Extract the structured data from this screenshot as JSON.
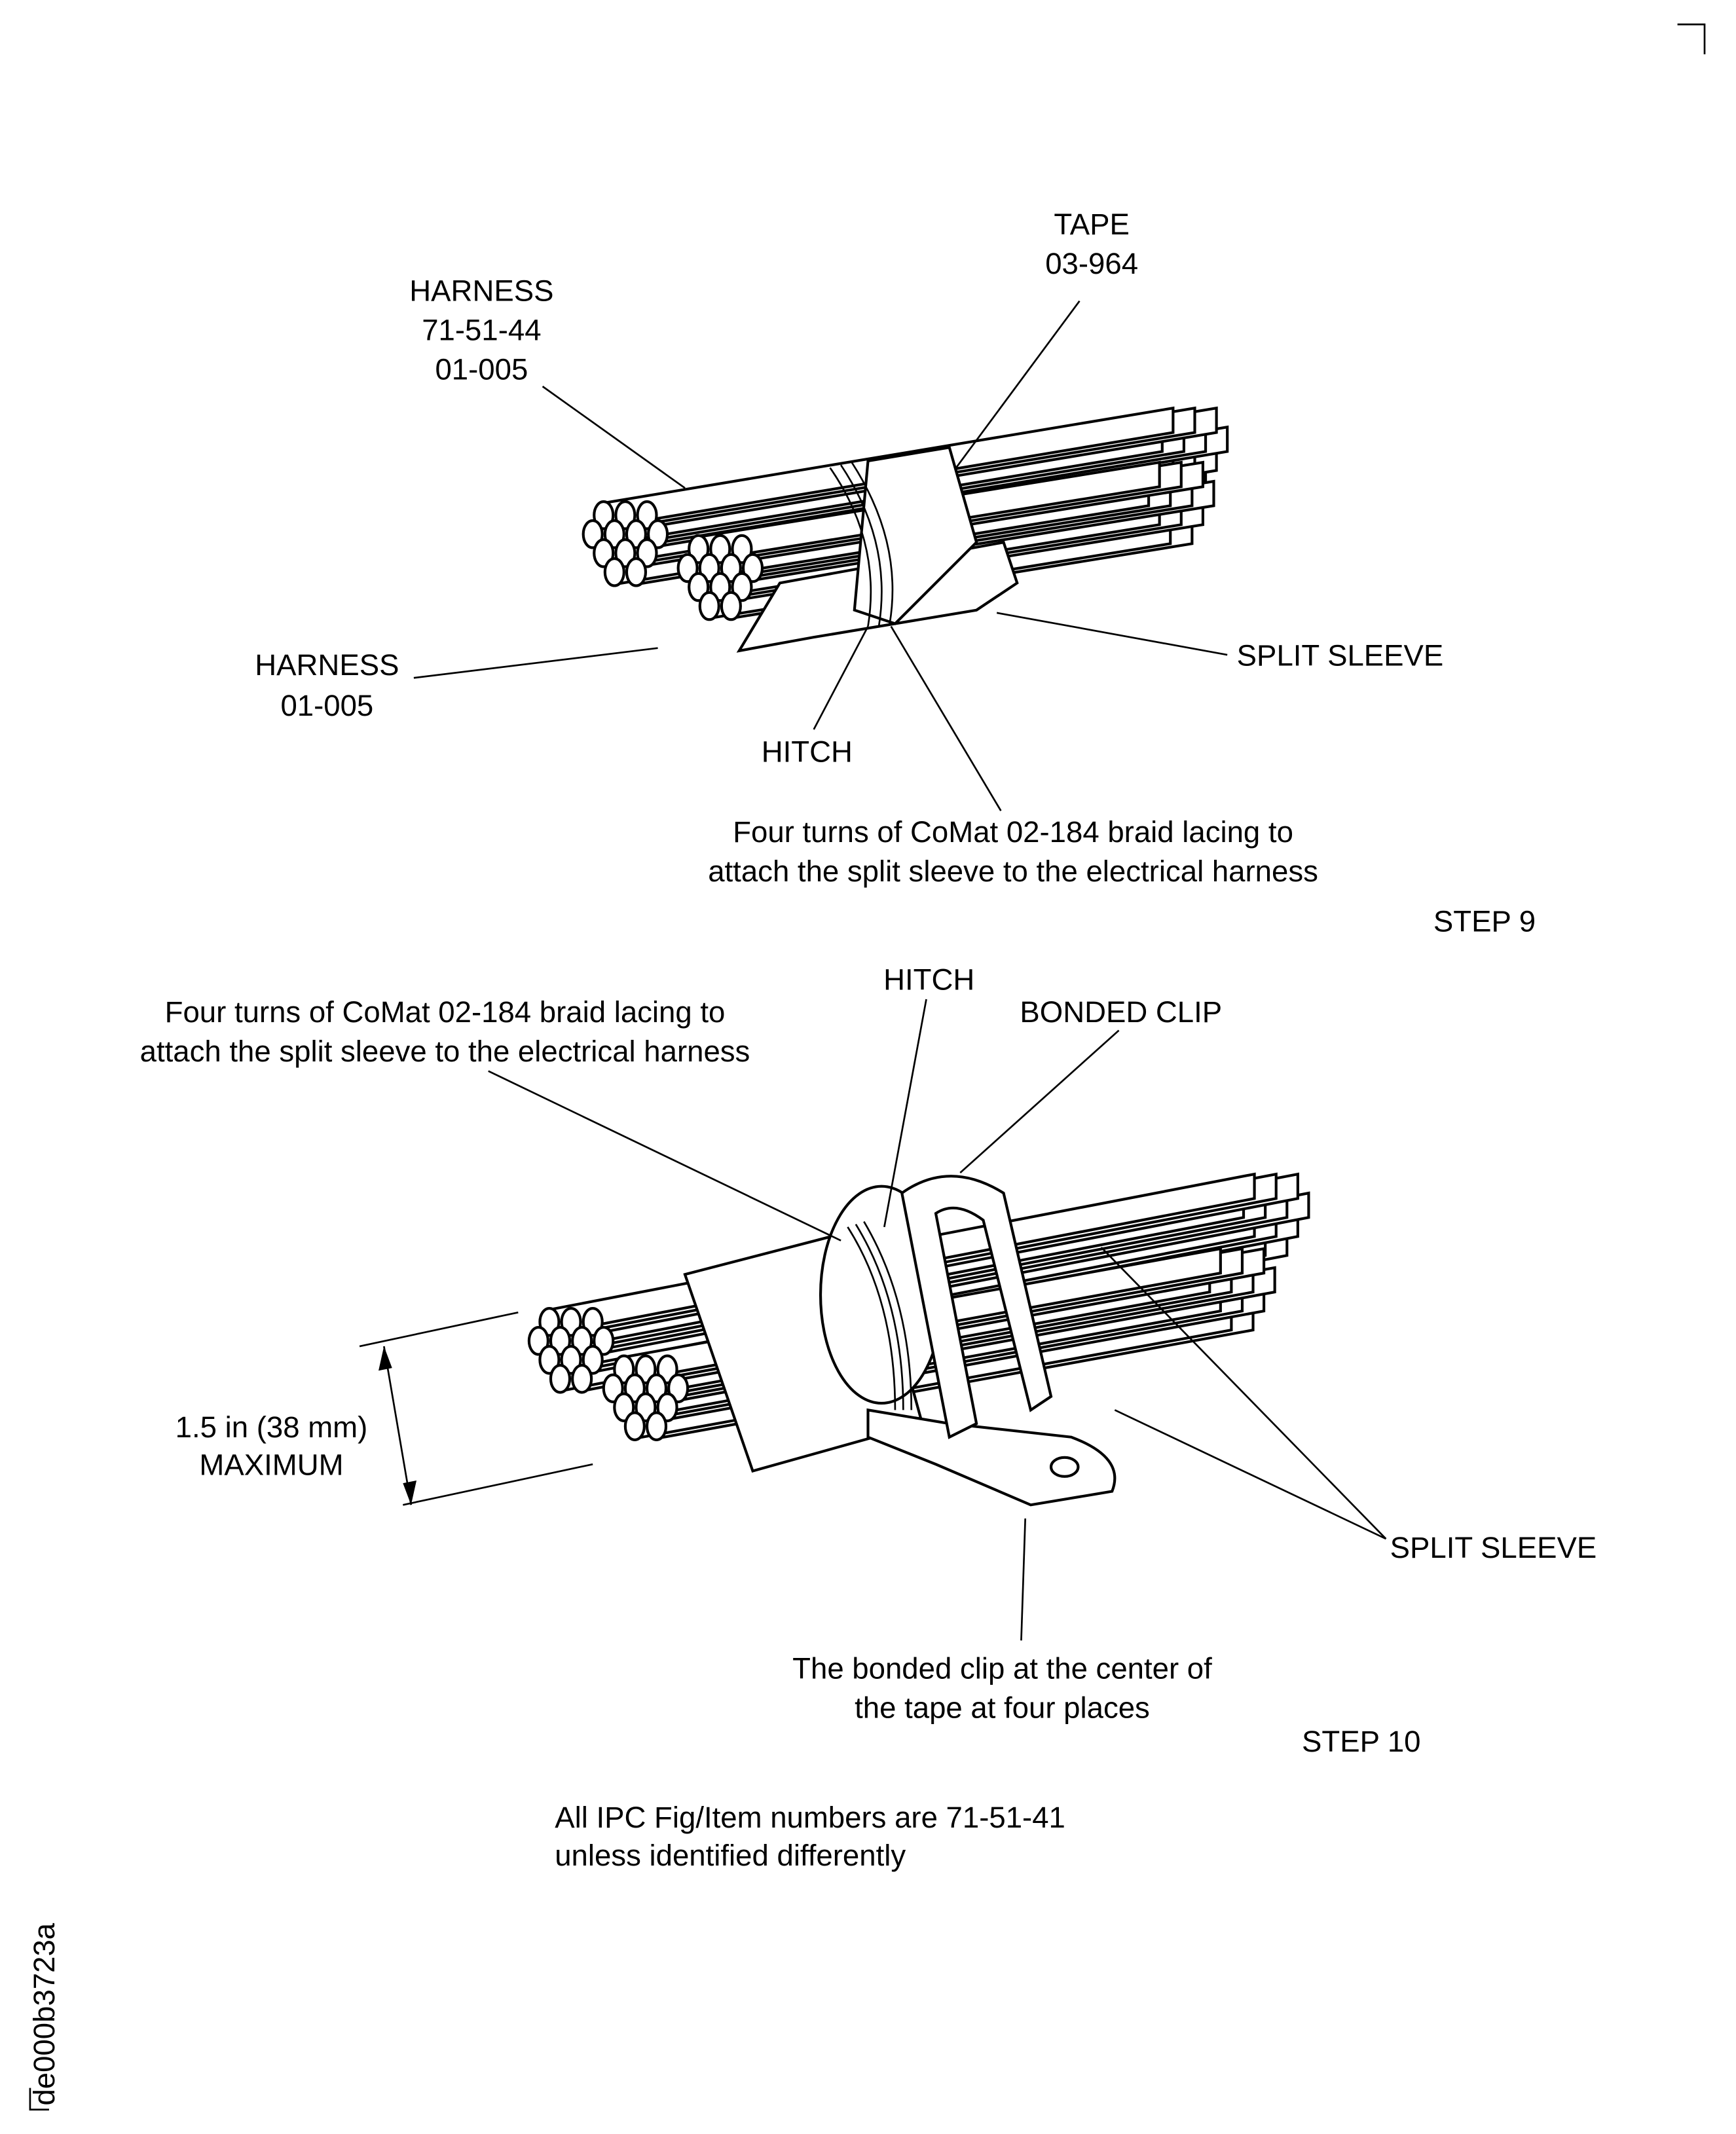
{
  "figure_id": "de000b3723a",
  "step9": {
    "tape_label": "TAPE",
    "tape_ref": "03-964",
    "harness_top_label": "HARNESS",
    "harness_top_ref1": "71-51-44",
    "harness_top_ref2": "01-005",
    "harness_bottom_label": "HARNESS",
    "harness_bottom_ref": "01-005",
    "split_sleeve": "SPLIT SLEEVE",
    "hitch": "HITCH",
    "note_line1": "Four turns of CoMat 02-184 braid lacing to",
    "note_line2": "attach the split sleeve to the electrical harness",
    "step": "STEP 9"
  },
  "step10": {
    "hitch": "HITCH",
    "note_line1": "Four turns of CoMat 02-184 braid lacing to",
    "note_line2": "attach the split sleeve to the electrical harness",
    "bonded_clip": "BONDED CLIP",
    "dim_line1": "1.5 in (38 mm)",
    "dim_line2": "MAXIMUM",
    "split_sleeve": "SPLIT SLEEVE",
    "clip_note_line1": "The bonded clip at the center of",
    "clip_note_line2": "the tape at four places",
    "step": "STEP 10"
  },
  "footer": {
    "line1": "All IPC Fig/Item numbers are 71-51-41",
    "line2": "unless identified differently"
  }
}
